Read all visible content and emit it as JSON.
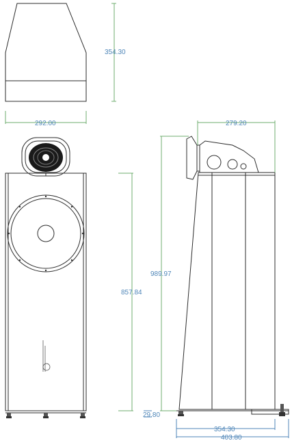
{
  "dimensions": {
    "top_view_depth": "354.30",
    "top_view_width": "292.00",
    "front_cabinet_height": "857.84",
    "total_height": "989.97",
    "plinth_height": "29.80",
    "head_depth": "279.20",
    "base_depth_inner": "354.30",
    "base_depth_outer": "403.80"
  },
  "colors": {
    "line": "#2b2b2b",
    "dimension_line": "#6fae6f",
    "dimension_text": "#4f86b8"
  }
}
